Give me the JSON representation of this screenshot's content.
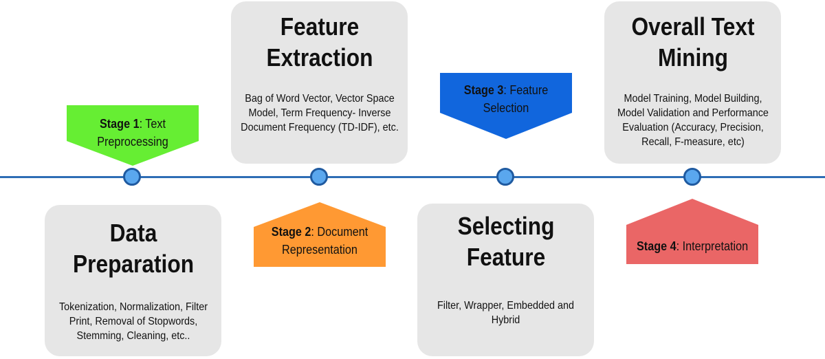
{
  "colors": {
    "line": "#2e6db5",
    "node_fill": "#5aa7ee",
    "node_border": "#1f5aa0",
    "card_bg": "#e6e6e6",
    "stage1": "#66ee33",
    "stage2": "#ff9933",
    "stage3": "#1166dd",
    "stage4": "#ea6666"
  },
  "stages": [
    {
      "name": "Stage 1",
      "label": ": Text Preprocessing"
    },
    {
      "name": "Stage 2",
      "label": ": Document Representation"
    },
    {
      "name": "Stage 3",
      "label": ": Feature Selection"
    },
    {
      "name": "Stage 4",
      "label": ": Interpretation"
    }
  ],
  "cards": {
    "data_preparation": {
      "title": "Data Preparation",
      "description": "Tokenization, Normalization, Filter Print, Removal of Stopwords, Stemming, Cleaning, etc.."
    },
    "feature_extraction": {
      "title": "Feature Extraction",
      "description": "Bag of Word Vector, Vector Space Model, Term Frequency- Inverse Document Frequency (TD-IDF), etc."
    },
    "selecting_feature": {
      "title": "Selecting Feature",
      "description": "Filter, Wrapper, Embedded and Hybrid"
    },
    "overall_text_mining": {
      "title": "Overall Text Mining",
      "description": "Model Training, Model Building, Model Validation and Performance Evaluation (Accuracy, Precision, Recall, F-measure, etc)"
    }
  }
}
